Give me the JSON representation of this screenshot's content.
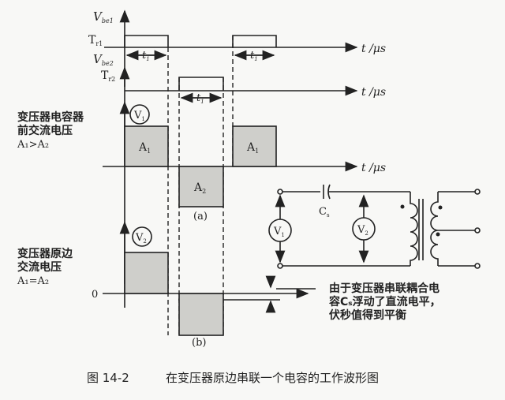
{
  "figure": {
    "vbe1_label": "V",
    "vbe1_sub": "be1",
    "tr1_label": "T",
    "tr1_sub": "r1",
    "vbe2_label": "V",
    "vbe2_sub": "be2",
    "tr2_label": "T",
    "tr2_sub": "r2",
    "time_axis_label": "t /μs",
    "pulse_width_label": "t",
    "pulse_width_sub": "1",
    "area1_label": "A",
    "area1_sub": "1",
    "area2_label": "A",
    "area2_sub": "2",
    "v1_label": "V",
    "v1_sub": "1",
    "v2_label": "V",
    "v2_sub": "2",
    "upper_note": [
      "变压器电容器",
      "前交流电压",
      "A₁>A₂"
    ],
    "lower_note": [
      "变压器原边",
      "交流电压",
      "A₁=A₂"
    ],
    "zero_label": "0",
    "subfig_a": "(a)",
    "subfig_b": "(b)",
    "capacitor_label": "C",
    "capacitor_sub": "s",
    "explanation": [
      "由于变压器串联耦合电",
      "容Cₛ浮动了直流电平，",
      "伏秒值得到平衡"
    ],
    "caption_number": "图 14-2",
    "caption_text": "在变压器原边串联一个电容的工作波形图"
  }
}
